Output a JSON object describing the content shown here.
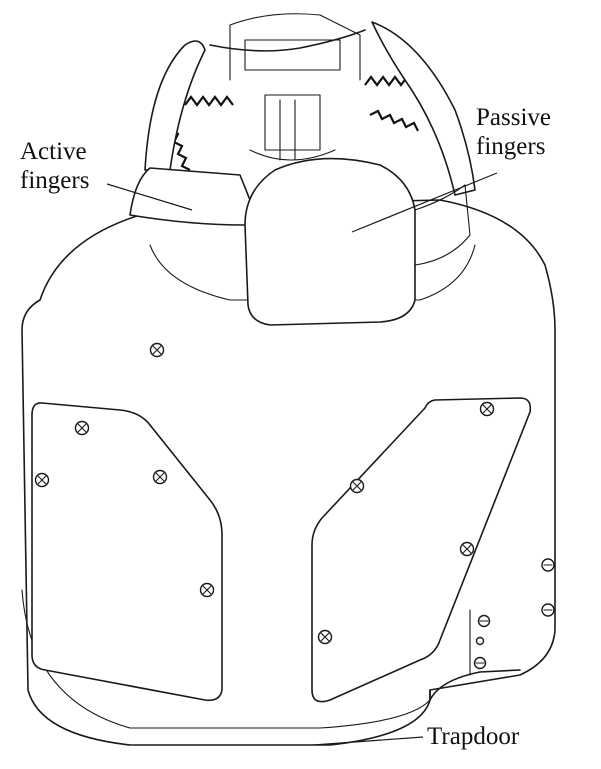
{
  "figure": {
    "labels": {
      "active_line1": "Active",
      "active_line2": "fingers",
      "passive_line1": "Passive",
      "passive_line2": "fingers",
      "trapdoor": "Trapdoor"
    },
    "colors": {
      "ink": "#1a1a1a",
      "background": "#ffffff"
    }
  }
}
